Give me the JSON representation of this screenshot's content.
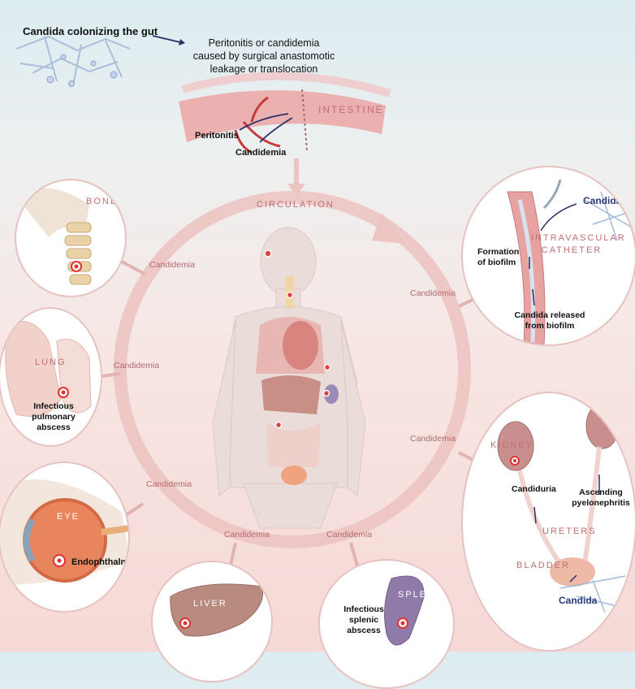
{
  "title": "Candida colonizing the gut",
  "top_caption": "Peritonitis or candidemia caused by surgical anastomotic leakage or translocation",
  "intestine": {
    "label": "INTESTINE",
    "peritonitis": "Peritonitis",
    "candidemia": "Candidemia"
  },
  "circulation_label": "CIRCULATION",
  "candidemia_link": "Candidemia",
  "bone": {
    "label": "BONE"
  },
  "lung": {
    "label": "LUNG",
    "note": "Infectious pulmonary abscess"
  },
  "eye": {
    "label": "EYE",
    "note": "Endophthalmitis"
  },
  "liver": {
    "label": "LIVER"
  },
  "spleen": {
    "label": "SPLEEN",
    "note": "Infectious splenic abscess"
  },
  "catheter": {
    "label": "INTRAVASCULAR CATHETER",
    "candida": "Candida",
    "biofilm": "Formation of biofilm",
    "released": "Candida released from biofilm"
  },
  "urinary": {
    "kidney": "KIDNEY",
    "candiduria": "Candiduria",
    "ascending": "Ascending pyelonephritis",
    "ureters": "URETERS",
    "bladder": "BLADDER",
    "candida": "Candida"
  },
  "colors": {
    "circulation_ring": "#ecc4c2",
    "organ_label": "#c06f73",
    "candidemia_text": "#b46a6e",
    "arrow": "#2a2f66",
    "lens_border": "#e6c2c1"
  }
}
